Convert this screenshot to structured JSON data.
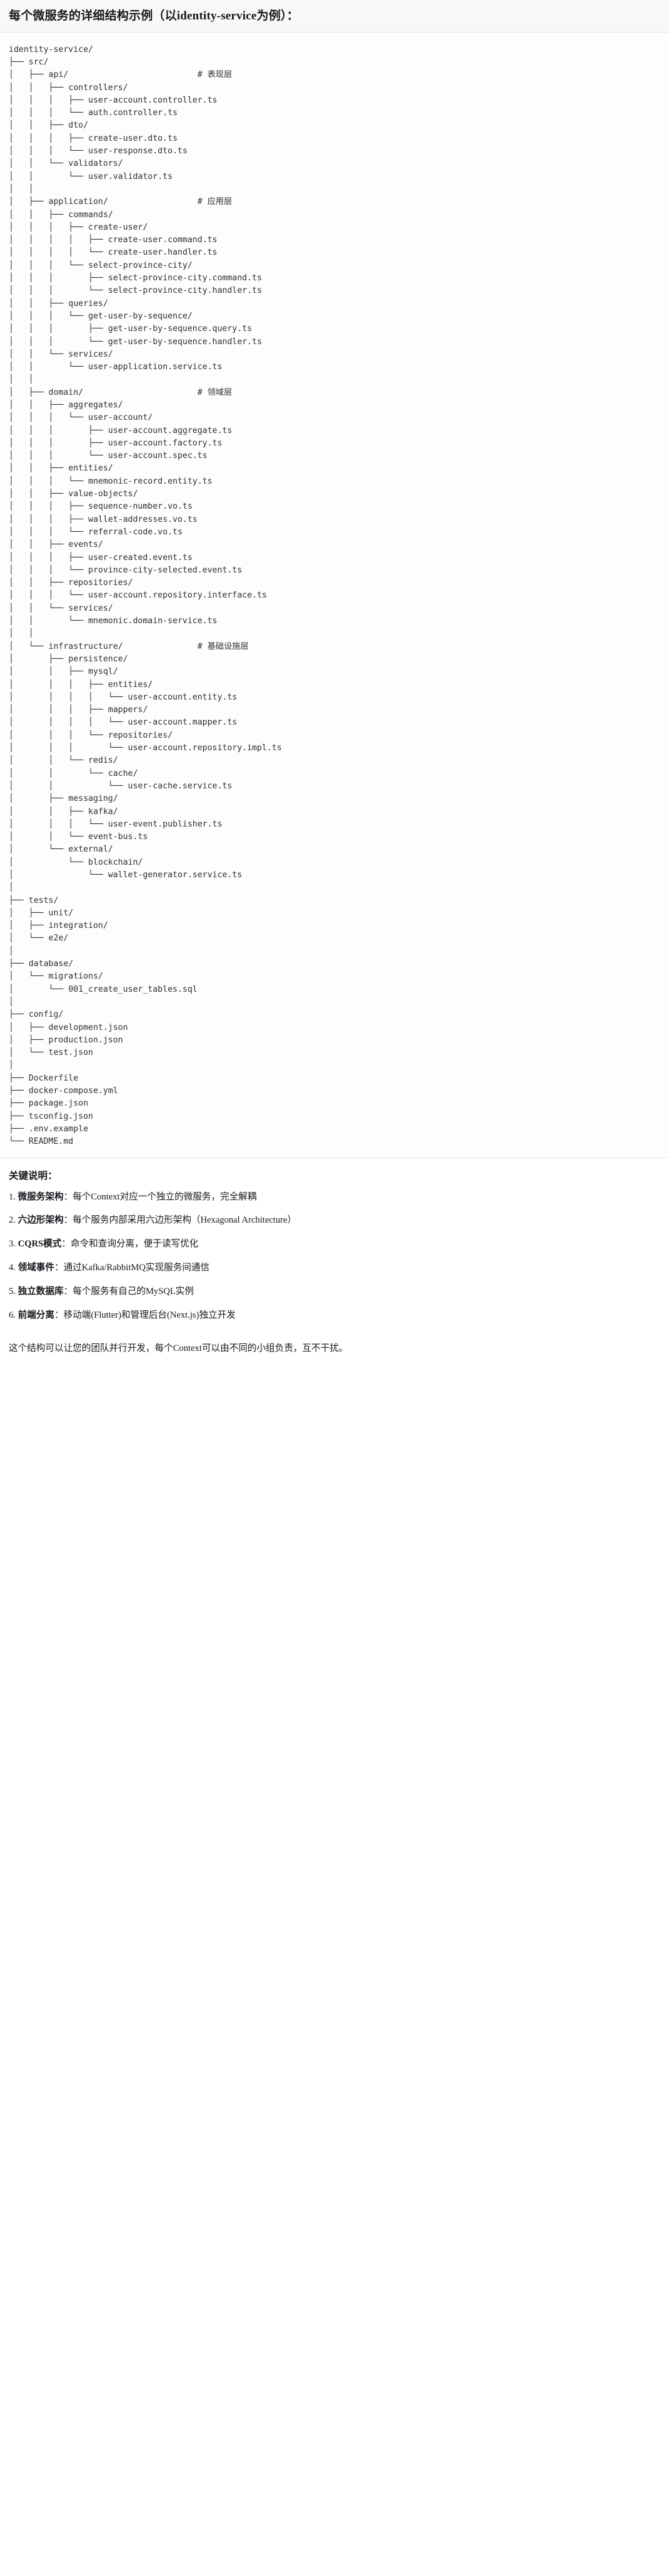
{
  "heading": {
    "text": "每个微服务的详细结构示例（以identity-service为例）："
  },
  "tree": {
    "lines": [
      "identity-service/",
      "├── src/",
      "│   ├── api/                          # 表现层",
      "│   │   ├── controllers/",
      "│   │   │   ├── user-account.controller.ts",
      "│   │   │   └── auth.controller.ts",
      "│   │   ├── dto/",
      "│   │   │   ├── create-user.dto.ts",
      "│   │   │   └── user-response.dto.ts",
      "│   │   └── validators/",
      "│   │       └── user.validator.ts",
      "│   │",
      "│   ├── application/                  # 应用层",
      "│   │   ├── commands/",
      "│   │   │   ├── create-user/",
      "│   │   │   │   ├── create-user.command.ts",
      "│   │   │   │   └── create-user.handler.ts",
      "│   │   │   └── select-province-city/",
      "│   │   │       ├── select-province-city.command.ts",
      "│   │   │       └── select-province-city.handler.ts",
      "│   │   ├── queries/",
      "│   │   │   └── get-user-by-sequence/",
      "│   │   │       ├── get-user-by-sequence.query.ts",
      "│   │   │       └── get-user-by-sequence.handler.ts",
      "│   │   └── services/",
      "│   │       └── user-application.service.ts",
      "│   │",
      "│   ├── domain/                       # 领域层",
      "│   │   ├── aggregates/",
      "│   │   │   └── user-account/",
      "│   │   │       ├── user-account.aggregate.ts",
      "│   │   │       ├── user-account.factory.ts",
      "│   │   │       └── user-account.spec.ts",
      "│   │   ├── entities/",
      "│   │   │   └── mnemonic-record.entity.ts",
      "│   │   ├── value-objects/",
      "│   │   │   ├── sequence-number.vo.ts",
      "│   │   │   ├── wallet-addresses.vo.ts",
      "│   │   │   └── referral-code.vo.ts",
      "│   │   ├── events/",
      "│   │   │   ├── user-created.event.ts",
      "│   │   │   └── province-city-selected.event.ts",
      "│   │   ├── repositories/",
      "│   │   │   └── user-account.repository.interface.ts",
      "│   │   └── services/",
      "│   │       └── mnemonic.domain-service.ts",
      "│   │",
      "│   └── infrastructure/               # 基础设施层",
      "│       ├── persistence/",
      "│       │   ├── mysql/",
      "│       │   │   ├── entities/",
      "│       │   │   │   └── user-account.entity.ts",
      "│       │   │   ├── mappers/",
      "│       │   │   │   └── user-account.mapper.ts",
      "│       │   │   └── repositories/",
      "│       │   │       └── user-account.repository.impl.ts",
      "│       │   └── redis/",
      "│       │       └── cache/",
      "│       │           └── user-cache.service.ts",
      "│       ├── messaging/",
      "│       │   ├── kafka/",
      "│       │   │   └── user-event.publisher.ts",
      "│       │   └── event-bus.ts",
      "│       └── external/",
      "│           └── blockchain/",
      "│               └── wallet-generator.service.ts",
      "│",
      "├── tests/",
      "│   ├── unit/",
      "│   ├── integration/",
      "│   └── e2e/",
      "│",
      "├── database/",
      "│   └── migrations/",
      "│       └── 001_create_user_tables.sql",
      "│",
      "├── config/",
      "│   ├── development.json",
      "│   ├── production.json",
      "│   └── test.json",
      "│",
      "├── Dockerfile",
      "├── docker-compose.yml",
      "├── package.json",
      "├── tsconfig.json",
      "├── .env.example",
      "└── README.md"
    ]
  },
  "keypoints": {
    "title": "关键说明：",
    "items": [
      {
        "term": "微服务架构",
        "sep": "：",
        "desc": "每个Context对应一个独立的微服务，完全解耦"
      },
      {
        "term": "六边形架构",
        "sep": "：",
        "desc": "每个服务内部采用六边形架构（Hexagonal Architecture）"
      },
      {
        "term": "CQRS模式",
        "sep": "：",
        "desc": "命令和查询分离，便于读写优化"
      },
      {
        "term": "领域事件",
        "sep": "：",
        "desc": "通过Kafka/RabbitMQ实现服务间通信"
      },
      {
        "term": "独立数据库",
        "sep": "：",
        "desc": "每个服务有自己的MySQL实例"
      },
      {
        "term": "前端分离",
        "sep": "：",
        "desc": "移动端(Flutter)和管理后台(Next.js)独立开发"
      }
    ],
    "closing": "这个结构可以让您的团队并行开发，每个Context可以由不同的小组负责，互不干扰。"
  }
}
